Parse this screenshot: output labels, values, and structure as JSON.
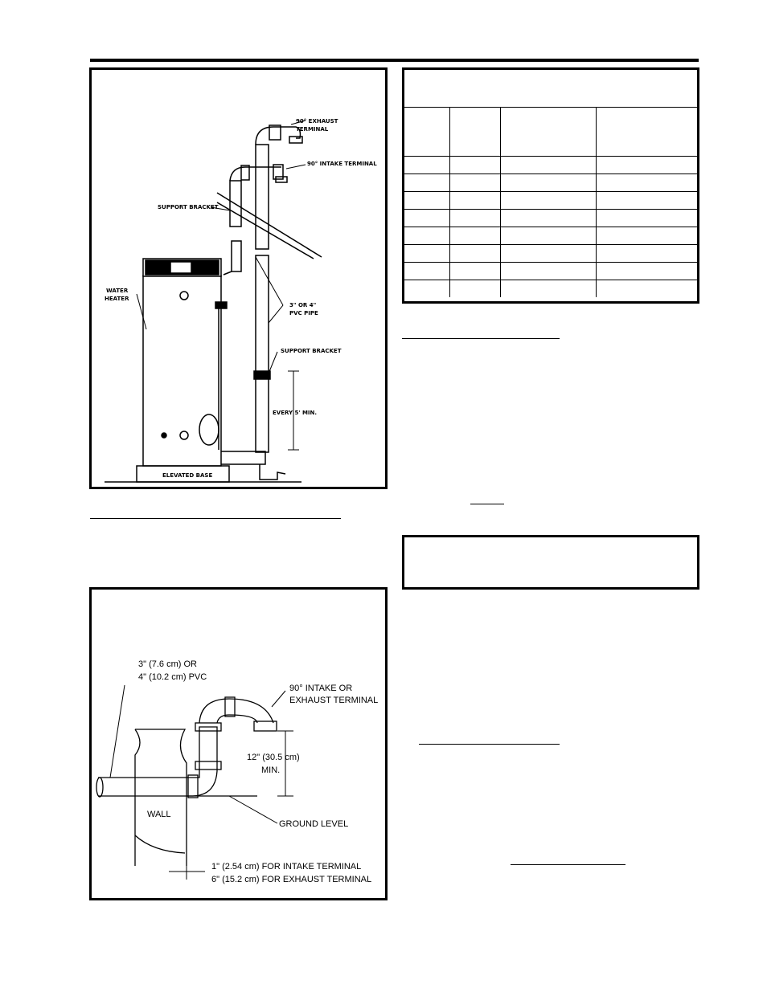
{
  "figure1": {
    "labels": {
      "exhaust_terminal": [
        "90° EXHAUST",
        "TERMINAL"
      ],
      "intake_terminal": "90° INTAKE TERMINAL",
      "support_bracket_top": "SUPPORT BRACKET",
      "water_heater": [
        "WATER",
        "HEATER"
      ],
      "pvc_pipe": [
        "3\" OR 4\"",
        "PVC PIPE"
      ],
      "support_bracket_bottom": "SUPPORT BRACKET",
      "every_5_min": "EVERY 5' MIN.",
      "elevated_base": "ELEVATED BASE"
    }
  },
  "figure2": {
    "labels": {
      "pvc": [
        "3\" (7.6 cm) OR",
        "4\" (10.2 cm) PVC"
      ],
      "terminal": [
        "90° INTAKE OR",
        "EXHAUST TERMINAL"
      ],
      "height": [
        "12\" (30.5 cm)",
        "MIN."
      ],
      "wall": "WALL",
      "ground_level": "GROUND LEVEL",
      "intake_clearance": "1\" (2.54 cm) FOR INTAKE TERMINAL",
      "exhaust_clearance": "6\" (15.2 cm) FOR EXHAUST TERMINAL"
    }
  },
  "table": {
    "rows": 8,
    "columns": 4
  }
}
